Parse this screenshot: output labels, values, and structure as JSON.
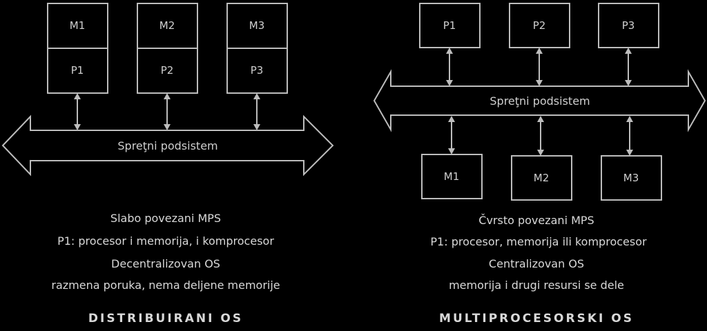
{
  "left": {
    "units": [
      {
        "top": "M1",
        "bottom": "P1"
      },
      {
        "top": "M2",
        "bottom": "P2"
      },
      {
        "top": "M3",
        "bottom": "P3"
      }
    ],
    "bus_label": "Spreţni podsistem",
    "caption": {
      "line1": "Slabo povezani MPS",
      "line2": "P1: procesor i memorija, i komprocesor",
      "line3": "Decentralizovan OS",
      "line4": "razmena poruka, nema deljene memorije",
      "title": "DISTRIBUIRANI OS"
    }
  },
  "right": {
    "processors": [
      "P1",
      "P2",
      "P3"
    ],
    "memories": [
      "M1",
      "M2",
      "M3"
    ],
    "bus_label": "Spreţni podsistem",
    "caption": {
      "line1": "Čvrsto povezani MPS",
      "line2": "P1: procesor, memorija ili komprocesor",
      "line3": "Centralizovan OS",
      "line4": "memorija i drugi resursi se dele",
      "title": "MULTIPROCESORSKI OS"
    }
  }
}
